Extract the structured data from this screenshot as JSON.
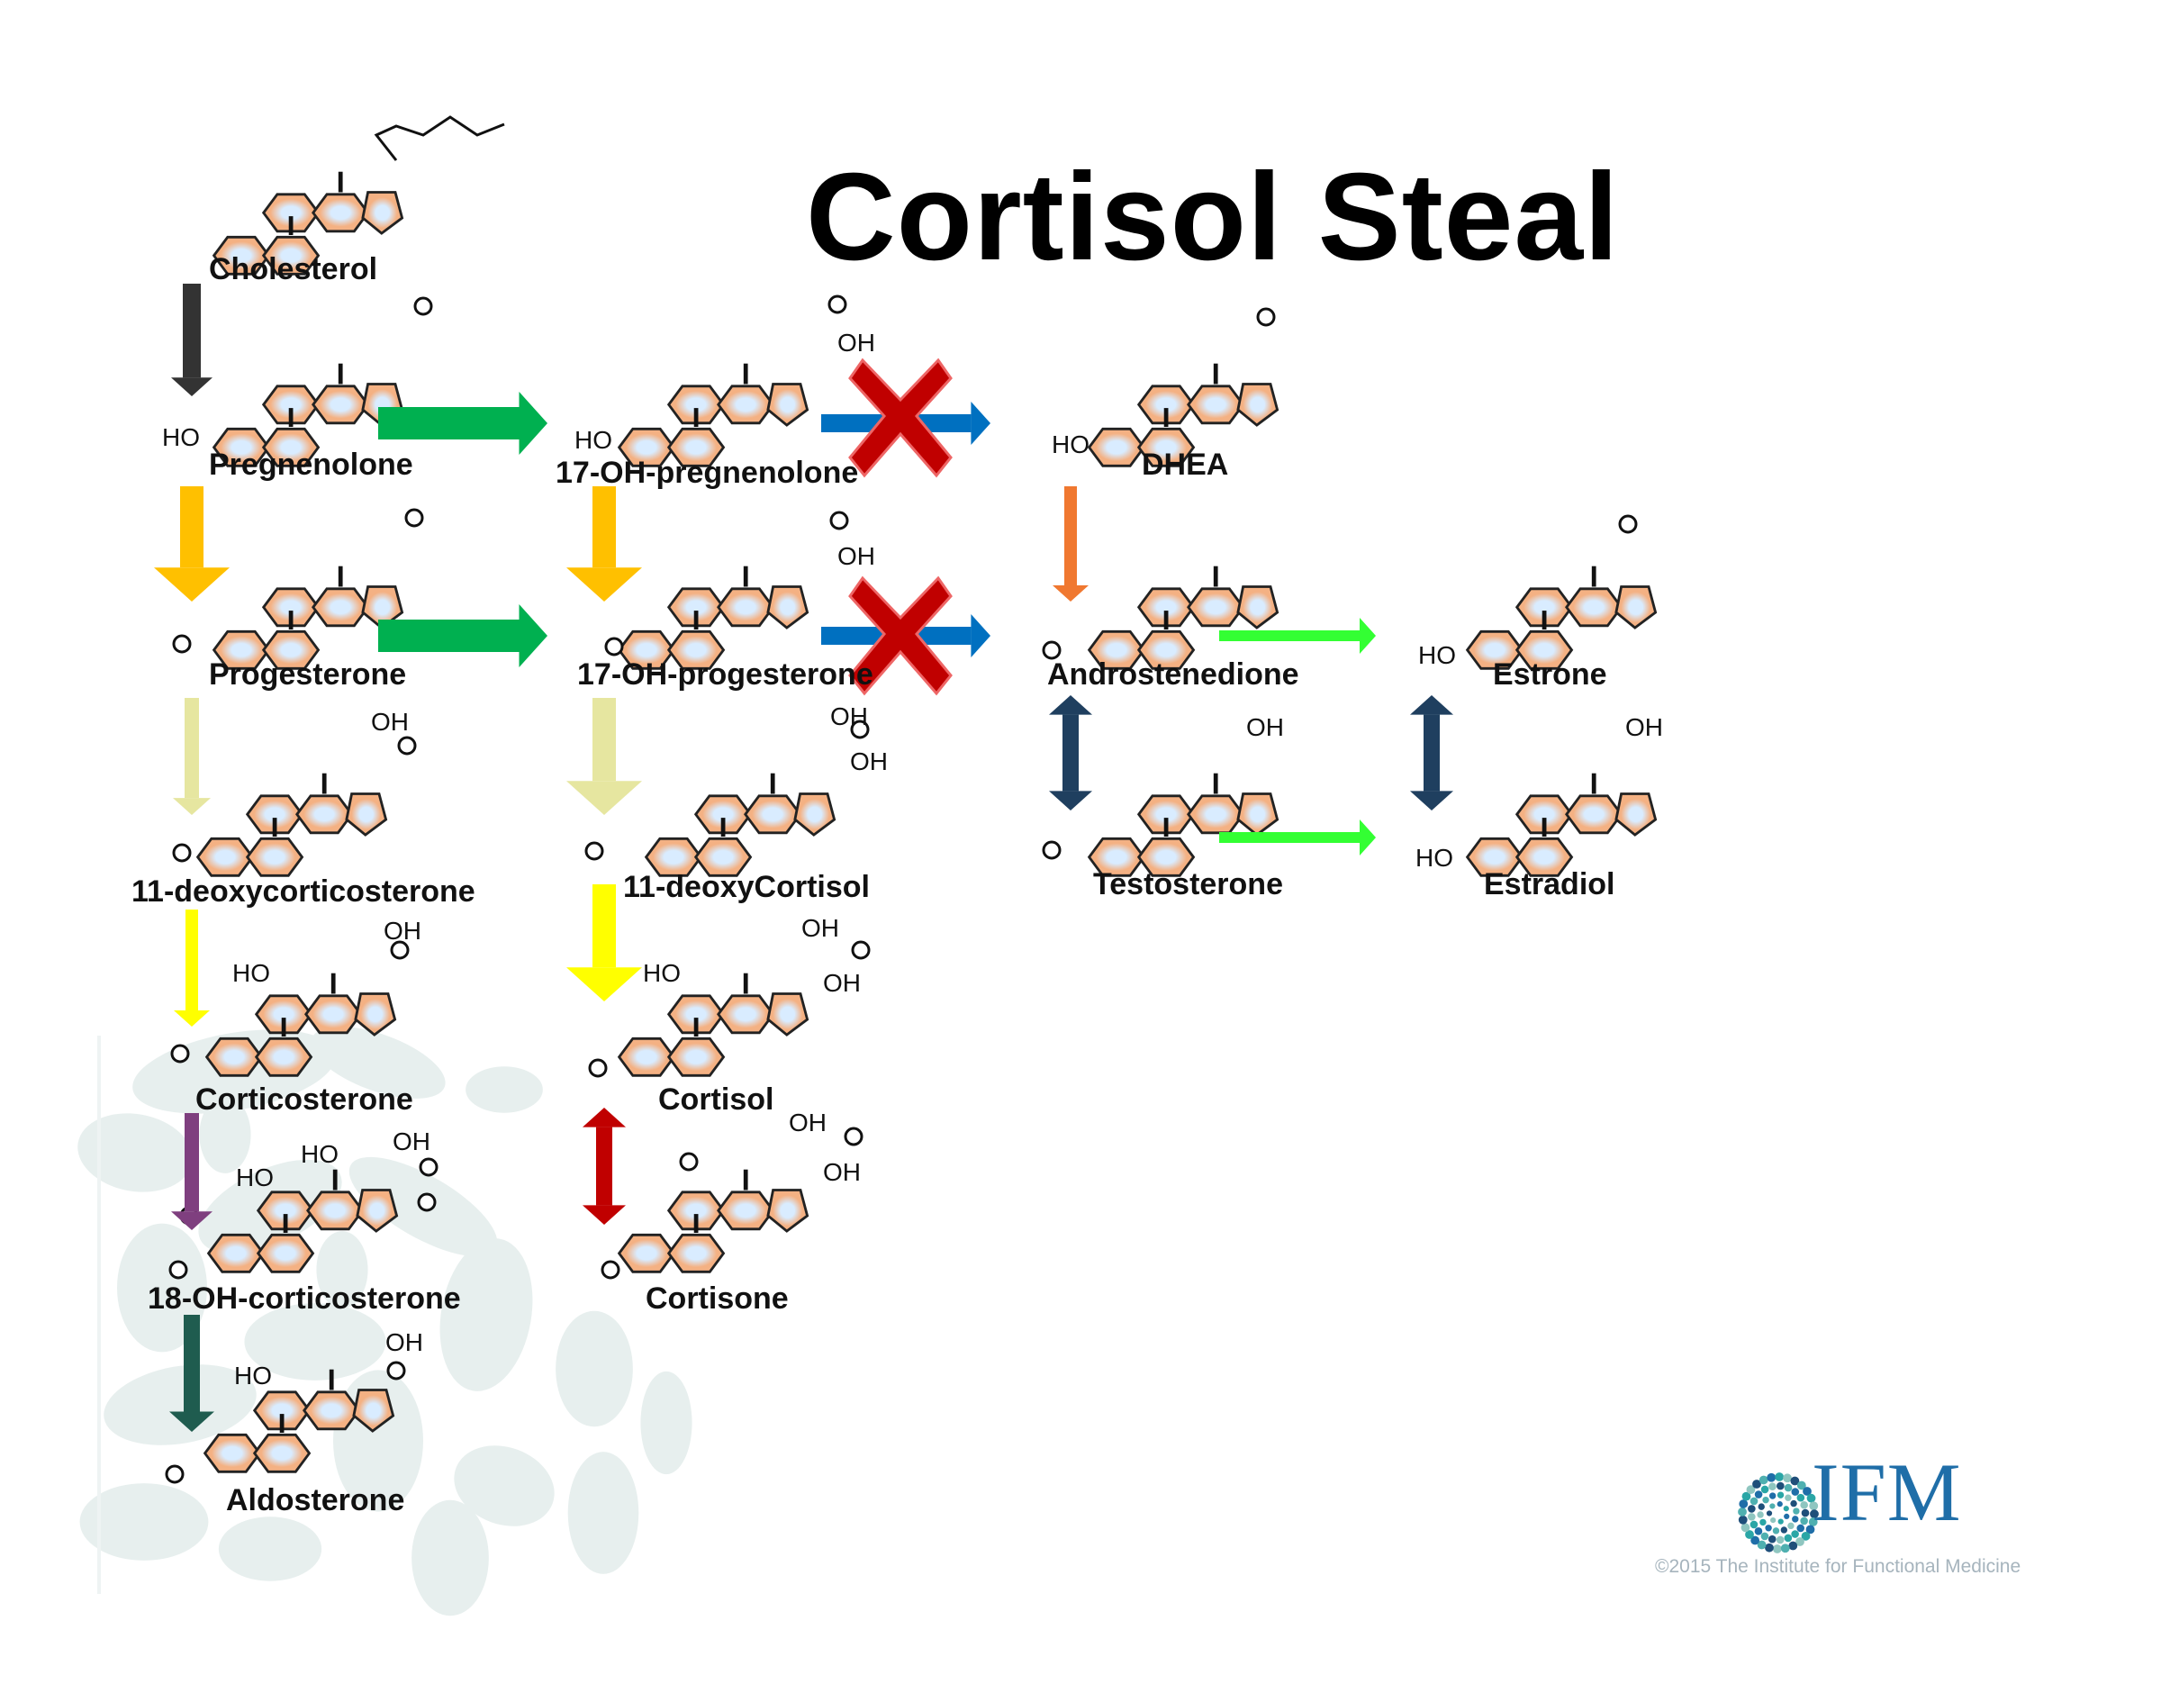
{
  "title": "Cortisol Steal",
  "compounds": {
    "cholesterol": "Cholesterol",
    "pregnenolone": "Pregnenolone",
    "oh17_pregnenolone": "17-OH-pregnenolone",
    "dhea": "DHEA",
    "progesterone": "Progesterone",
    "oh17_progesterone": "17-OH-progesterone",
    "androstenedione": "Androstenedione",
    "estrone": "Estrone",
    "deoxycorticosterone": "11-deoxycorticosterone",
    "deoxycortisol": "11-deoxyCortisol",
    "testosterone": "Testosterone",
    "estradiol": "Estradiol",
    "corticosterone": "Corticosterone",
    "cortisol": "Cortisol",
    "oh18_corticosterone": "18-OH-corticosterone",
    "cortisone": "Cortisone",
    "aldosterone": "Aldosterone"
  },
  "groups": {
    "ho": "HO",
    "oh": "OH",
    "o": "O"
  },
  "logo": {
    "text": "IFM",
    "copyright": "©2015 The Institute for Functional Medicine"
  },
  "colors": {
    "ring_fill": "#f4b183",
    "ring_center": "#d9ecff",
    "arrow_black": "#333333",
    "arrow_green": "#00b050",
    "arrow_orange_yellow": "#ffc000",
    "arrow_pale_yellow": "#e6e6a0",
    "arrow_yellow": "#ffff00",
    "arrow_purple": "#7f3f7f",
    "arrow_teal": "#1f5c4f",
    "arrow_blue": "#0070c0",
    "arrow_orange": "#f07830",
    "arrow_navy": "#1f3f5f",
    "arrow_bright_green": "#33ff33",
    "arrow_red": "#c00000",
    "blocked_x": "#c00000",
    "ifm_blue": "#1f6ea8"
  }
}
